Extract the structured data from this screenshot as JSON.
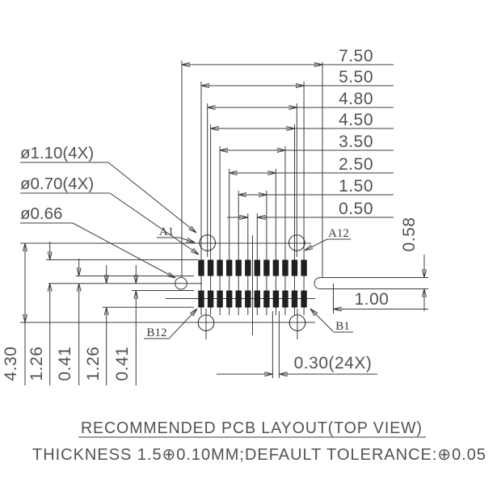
{
  "drawing": {
    "title": "RECOMMENDED PCB LAYOUT(TOP VIEW)",
    "tolerance_note": "THICKNESS 1.5⊕0.10MM;DEFAULT TOLERANCE:⊕0.05",
    "top_dimensions": [
      "7.50",
      "5.50",
      "4.80",
      "4.50",
      "3.50",
      "2.50",
      "1.50",
      "0.50"
    ],
    "left_dimensions": [
      "4.30",
      "1.26",
      "0.41",
      "1.26",
      "0.41"
    ],
    "right_dimensions": {
      "row_gap": "0.58",
      "slot_length": "1.00"
    },
    "pad_width_dimension": "0.30(24X)",
    "hole_labels": {
      "outer_diameter": "ø1.10(4X)",
      "inner_diameter": "ø0.70(4X)",
      "locating_hole": "ø0.66"
    },
    "pin_labels": {
      "a_first": "A1",
      "a_last": "A12",
      "b_last": "B12",
      "b_first": "B1"
    },
    "colors": {
      "line": "#3c3c3c",
      "text": "#525252",
      "pad": "#1f1f1f",
      "background": "#ffffff"
    }
  }
}
